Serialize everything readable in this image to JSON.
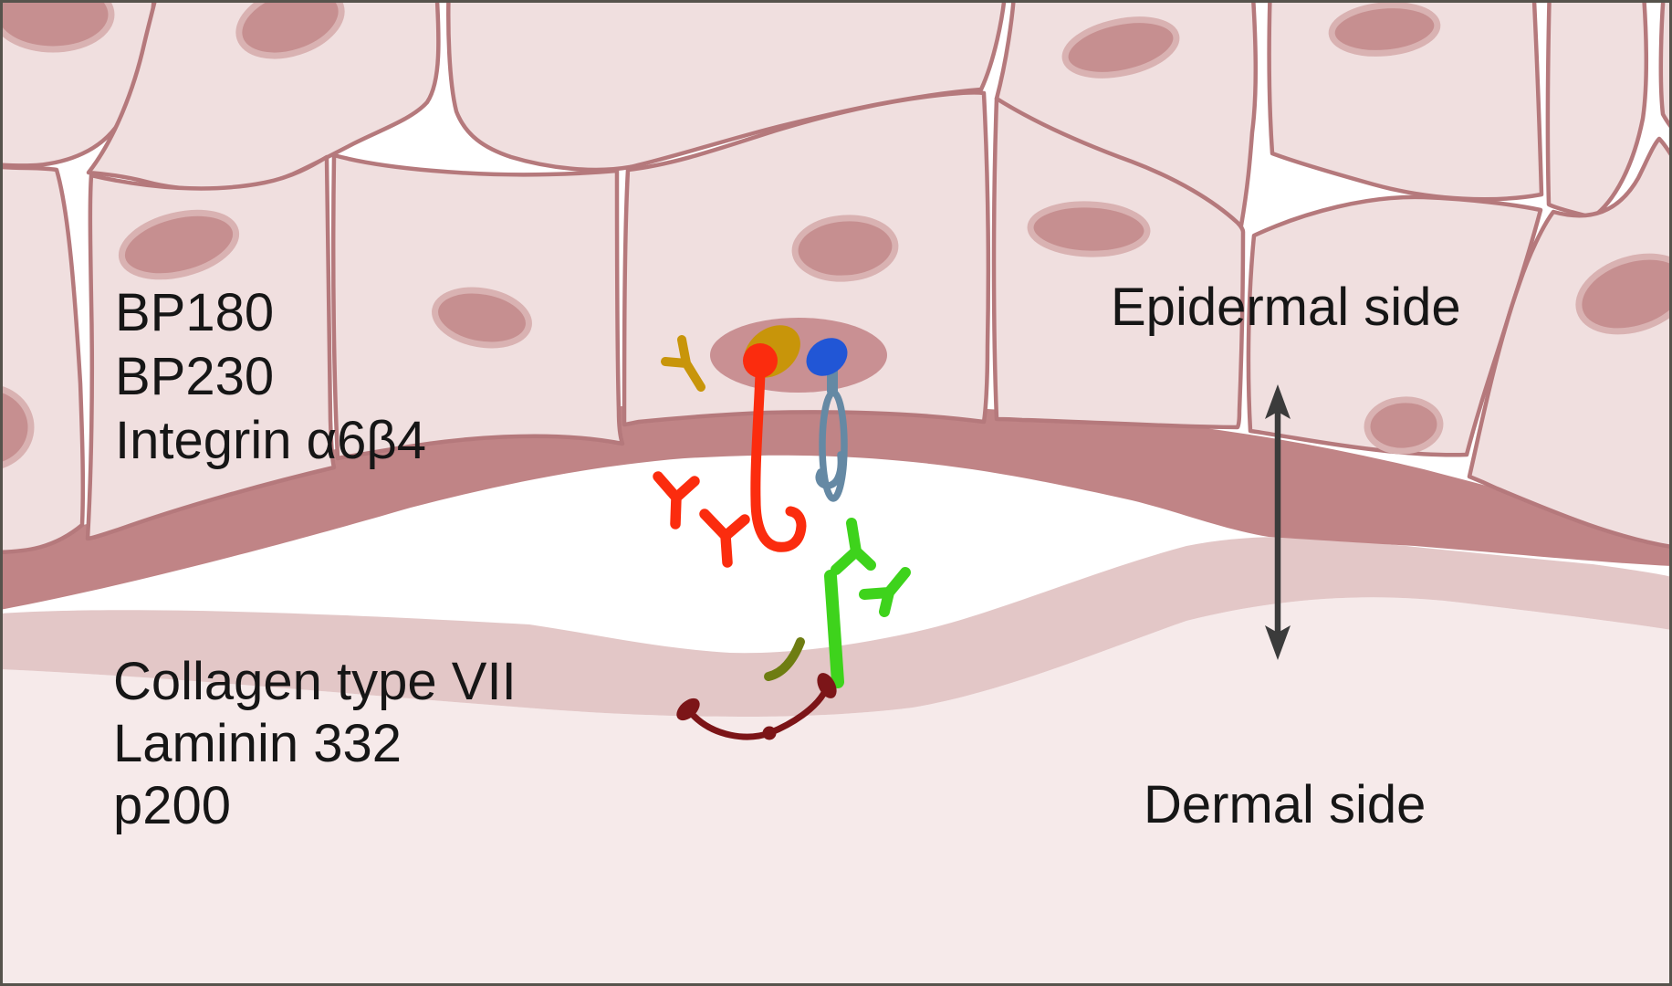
{
  "figure": {
    "epidermal_side_label": "Epidermal side",
    "dermal_side_label": "Dermal side"
  },
  "labels": {
    "epidermal_antigens": [
      "BP180",
      "BP230",
      "Integrin α6β4"
    ],
    "dermal_antigens": [
      "Collagen type VII",
      "Laminin 332",
      "p200"
    ]
  },
  "colors": {
    "antigens": {
      "bp230_gold": "#c8950a",
      "bp180_red": "#fb2c0e",
      "integrin_blue": "#2156d6",
      "integrin_loop_steel": "#6589a4",
      "laminin332_green": "#3ed31c",
      "p200_olive": "#6e7d12",
      "collagen7_maroon": "#7c1518"
    },
    "tissue": {
      "cell_fill": "#f0dfdf",
      "cell_stroke": "#b5797c",
      "nucleus": "#c68f90",
      "nucleus_rim": "#d9b2b2",
      "hemidesmosome_plaque": "#c99093",
      "basement_dark_band": "#c08486",
      "basement_light_band": "#e3c7c7",
      "dermis": "#f6eaea",
      "blister_white": "#ffffff",
      "frame": "#56534c"
    },
    "arrow": "#3b3b3b",
    "text": "#161616"
  }
}
